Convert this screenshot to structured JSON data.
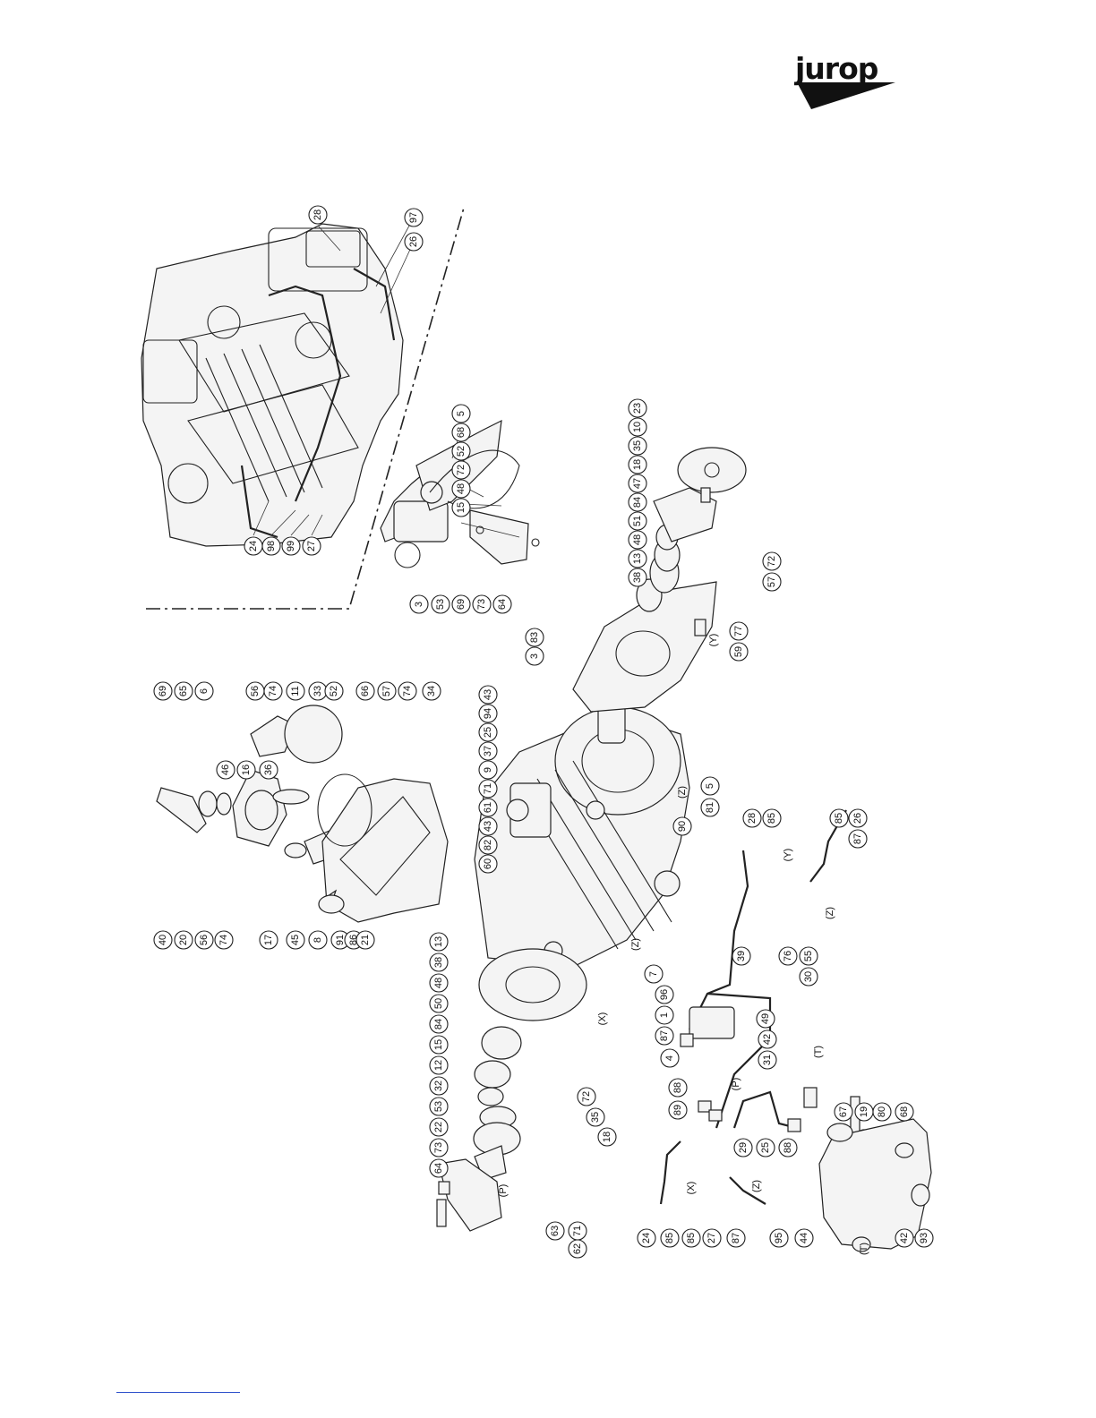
{
  "brand": {
    "logo_text": "jurop"
  },
  "groups": {
    "assembled_pump": [
      "28",
      "97",
      "26",
      "24",
      "98",
      "99",
      "27"
    ],
    "front_cover": [
      "5",
      "68",
      "52",
      "72",
      "48",
      "15",
      "3",
      "53",
      "69",
      "73",
      "64"
    ],
    "rear_bearing_group": [
      "23",
      "10",
      "35",
      "18",
      "47",
      "84",
      "51",
      "48",
      "13",
      "38",
      "72",
      "57",
      "77",
      "59",
      "83",
      "3"
    ],
    "body": [
      "43",
      "94",
      "25",
      "37",
      "9",
      "71",
      "61",
      "43",
      "82",
      "60",
      "5",
      "81",
      "90"
    ],
    "valve_group": [
      "69",
      "65",
      "6",
      "56",
      "74",
      "11",
      "33",
      "52",
      "66",
      "57",
      "74",
      "34",
      "46",
      "16",
      "36",
      "40",
      "20",
      "56",
      "74",
      "17",
      "45",
      "8",
      "91",
      "86",
      "21"
    ],
    "front_bearing_group": [
      "13",
      "38",
      "48",
      "50",
      "84",
      "15",
      "12",
      "32",
      "53",
      "22",
      "73",
      "64",
      "18",
      "35",
      "72",
      "63",
      "71",
      "62"
    ],
    "lubrication": [
      "7",
      "96",
      "1",
      "87",
      "4",
      "88",
      "89",
      "76",
      "55",
      "30",
      "39",
      "49",
      "42",
      "31",
      "88",
      "25",
      "29",
      "28",
      "85",
      "85",
      "26",
      "87",
      "67",
      "19",
      "80",
      "68",
      "24",
      "85",
      "85",
      "27",
      "87",
      "95",
      "44",
      "42",
      "93"
    ]
  },
  "ports": [
    "(Z)",
    "(Y)",
    "(Z)",
    "(X)",
    "(T)",
    "(P)",
    "(Y)",
    "(Z)",
    "(X)",
    "(Z)",
    "(P)",
    "(T)"
  ]
}
